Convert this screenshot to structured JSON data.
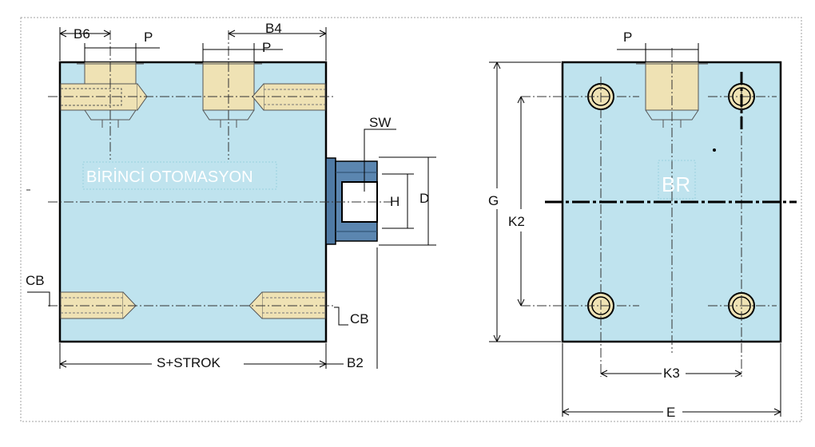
{
  "watermark": {
    "text": "BİRİNCİ OTOMASYON",
    "logo": "BR"
  },
  "side_view": {
    "labels": {
      "b6": "B6",
      "p_top_left": "P",
      "b4": "B4",
      "p_top_mid": "P",
      "sw": "SW",
      "h": "H",
      "d": "D",
      "cb_left": "CB",
      "cb_right": "CB",
      "s_stroke": "S+STROK",
      "b2": "B2"
    }
  },
  "end_view": {
    "labels": {
      "p": "P",
      "g": "G",
      "k2": "K2",
      "k3": "K3",
      "e": "E"
    }
  },
  "colors": {
    "body": "#bfe3ee",
    "port": "#efe2b4",
    "rod_flange": "#4f7aa4",
    "line": "#000000"
  }
}
